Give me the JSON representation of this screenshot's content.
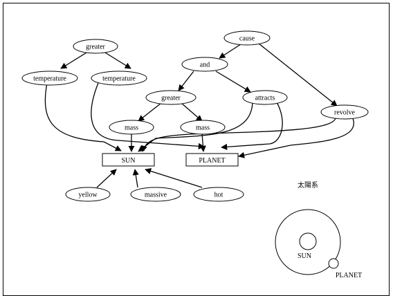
{
  "nodes": {
    "greater_top": "greater",
    "temperature_left": "temperature",
    "temperature_right": "temperature",
    "cause": "cause",
    "and": "and",
    "greater_mid": "greater",
    "attracts": "attracts",
    "revolve": "revolve",
    "mass_left": "mass",
    "mass_right": "mass",
    "sun_box": "SUN",
    "planet_box": "PLANET",
    "yellow": "yellow",
    "massive": "massive",
    "hot": "hot"
  },
  "system_title": "太陽系",
  "sun_label": "SUN",
  "planet_label": "PLANET"
}
